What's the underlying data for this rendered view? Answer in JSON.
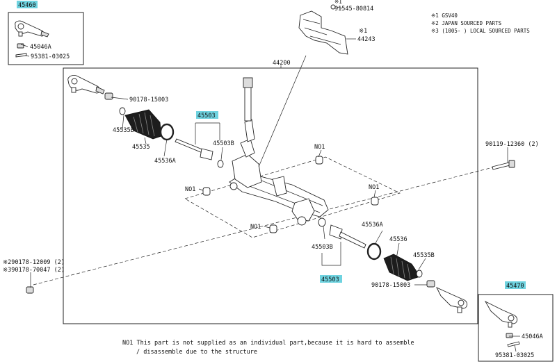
{
  "notes": {
    "n1": "※1  GSV40",
    "n2": "※2 JAPAN SOURCED PARTS",
    "n3": "※3 (1005-     ) LOCAL SOURCED PARTS"
  },
  "footnote": {
    "line1": "NO1 This part is not supplied as an individual part,because it is hard to assemble",
    "line2": "/ disassemble due to the structure"
  },
  "labels": {
    "p45460": "45460",
    "p45046a_l": "45046A",
    "p95381_l": "95381-03025",
    "p91545": "91545-80814",
    "p44243_mark": "※1",
    "p44243": "44243",
    "p91545_mark": "※1",
    "p44200": "44200",
    "p90178_l": "90178-15003",
    "p45535b_l": "45535B",
    "p45535_l": "45535",
    "p45536a_l": "45536A",
    "p45503_top": "45503",
    "p45503b_top": "45503B",
    "no1_a": "NO1",
    "no1_b": "NO1",
    "no1_c": "NO1",
    "no1_d": "NO1",
    "p90119": "90119-12360 (2)",
    "p90178_12009": "※290178-12009 (2)",
    "p90178_70047": "※390178-70047 (2)",
    "p45536a_r": "45536A",
    "p45536_r": "45536",
    "p45535b_r": "45535B",
    "p45503b_bot": "45503B",
    "p45503_bot": "45503",
    "p90178_r": "90178-15003",
    "p45470": "45470",
    "p45046a_r": "45046A",
    "p95381_r": "95381-03025"
  },
  "highlight_color": "#6fd3e0"
}
